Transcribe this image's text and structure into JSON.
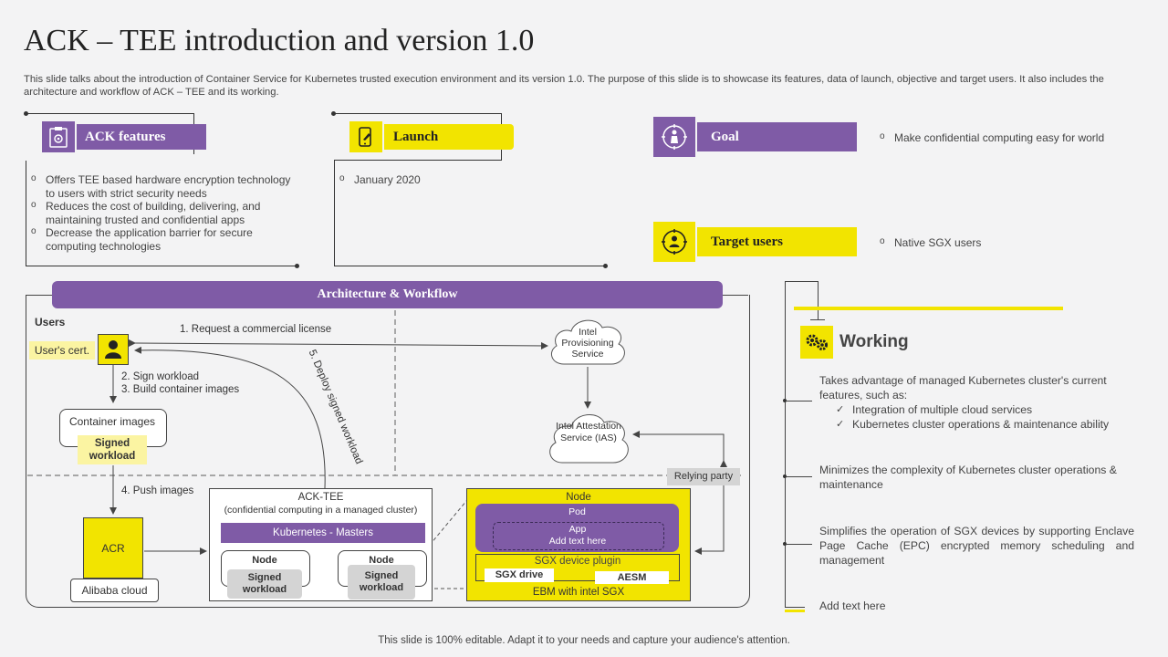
{
  "header": {
    "title": "ACK – TEE introduction and version 1.0",
    "subtitle": "This slide talks about the introduction of Container Service for Kubernetes trusted execution environment and its version 1.0. The purpose of this slide is to showcase its features, data of launch, objective and target users. It also includes the architecture and workflow of ACK – TEE and its working."
  },
  "ack_features": {
    "title": "ACK features",
    "items": [
      "Offers TEE based hardware encryption technology to users with strict security needs",
      "Reduces the cost of building, delivering, and maintaining trusted and confidential apps",
      "Decrease the application barrier for secure computing technologies"
    ]
  },
  "launch": {
    "title": "Launch",
    "items": [
      "January 2020"
    ]
  },
  "goal": {
    "title": "Goal",
    "text": "Make confidential computing easy for world"
  },
  "target_users": {
    "title": "Target users",
    "text": "Native SGX users"
  },
  "architecture": {
    "title": "Architecture  & Workflow",
    "users_label": "Users",
    "users_cert": "User's cert.",
    "step1": "1. Request a commercial license",
    "step2": "2. Sign workload",
    "step3": "3. Build container images",
    "step4": "4. Push images",
    "step5": "5. Deploy signed workload",
    "container_images": "Container images",
    "signed_workload": "Signed workload",
    "acr": "ACR",
    "alibaba_cloud": "Alibaba cloud",
    "intel_ps": "Intel Provisioning Service",
    "intel_ias": "Intel Attestation Service (IAS)",
    "relying_party": "Relying party",
    "ack_tee_title": "ACK-TEE",
    "ack_tee_sub": "(confidential computing in a managed cluster)",
    "k8s_masters": "Kubernetes - Masters",
    "node_label": "Node",
    "node_signed_workload": "Signed workload",
    "sgx_node": "Node",
    "pod": "Pod",
    "app": "App",
    "add_text": "Add text here",
    "sgx_plugin": "SGX device plugin",
    "sgx_drive": "SGX drive",
    "aesm": "AESM",
    "ebm": "EBM with intel SGX"
  },
  "working": {
    "title": "Working",
    "items": [
      {
        "text": "Takes advantage of managed Kubernetes cluster's current features, such as:",
        "checks": [
          "Integration of multiple cloud services",
          "Kubernetes cluster operations & maintenance ability"
        ]
      },
      {
        "text": "Minimizes the complexity of Kubernetes cluster operations & maintenance"
      },
      {
        "text": "Simplifies the operation of SGX devices by supporting Enclave Page Cache (EPC) encrypted memory scheduling and management"
      },
      {
        "text": "Add text here"
      }
    ]
  },
  "footer": "This slide is 100% editable. Adapt it to your needs and capture your audience's attention.",
  "colors": {
    "purple": "#7f5ba6",
    "yellow": "#f2e400",
    "pale_yellow": "#fbf4a2",
    "gray": "#d4d4d4"
  },
  "icons": {
    "ack_features": "clipboard-gear-icon",
    "launch": "phone-rocket-icon",
    "goal": "target-person-icon",
    "target_users": "crosshair-user-icon",
    "working": "gears-icon",
    "users": "user-icon"
  }
}
